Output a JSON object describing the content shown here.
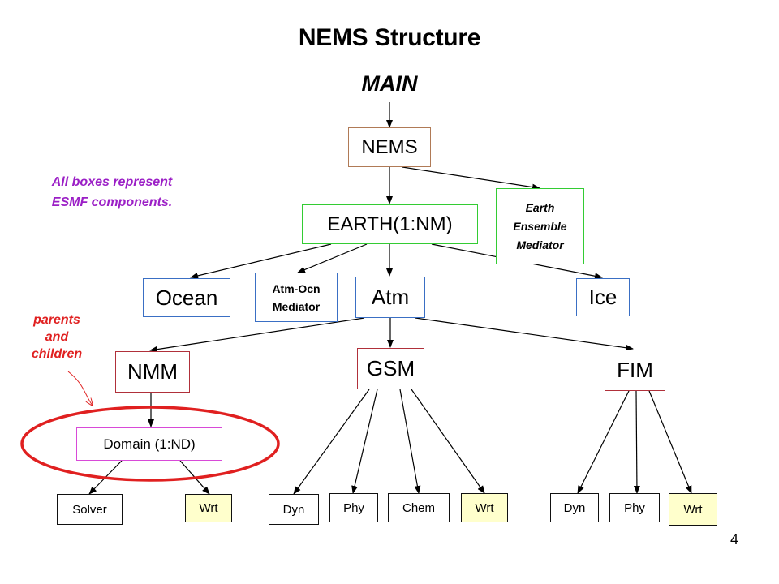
{
  "title": "NEMS Structure",
  "main": "MAIN",
  "notes": {
    "esmf_line1": "All boxes represent",
    "esmf_line2": "ESMF components.",
    "parents_line1": "parents",
    "parents_line2": "and",
    "parents_line3": "children"
  },
  "boxes": {
    "nems": "NEMS",
    "earth": "EARTH(1:NM)",
    "earth_ensemble_line1": "Earth",
    "earth_ensemble_line2": "Ensemble",
    "earth_ensemble_line3": "Mediator",
    "ocean": "Ocean",
    "atm_ocn_line1": "Atm-Ocn",
    "atm_ocn_line2": "Mediator",
    "atm": "Atm",
    "ice": "Ice",
    "nmm": "NMM",
    "gsm": "GSM",
    "fim": "FIM",
    "domain": "Domain (1:ND)",
    "nmm_solver": "Solver",
    "nmm_wrt": "Wrt",
    "gsm_dyn": "Dyn",
    "gsm_phy": "Phy",
    "gsm_chem": "Chem",
    "gsm_wrt": "Wrt",
    "fim_dyn": "Dyn",
    "fim_phy": "Phy",
    "fim_wrt": "Wrt"
  },
  "page_number": "4",
  "colors": {
    "nems_border": "#b07a56",
    "earth_border": "#33cc33",
    "ocean_border": "#3a6fc4",
    "model_border": "#b0303a",
    "domain_border": "#d84ad8",
    "write_fill": "#ffffcc",
    "highlight_ellipse": "#e02020",
    "note_purple": "#9b1fc6"
  }
}
